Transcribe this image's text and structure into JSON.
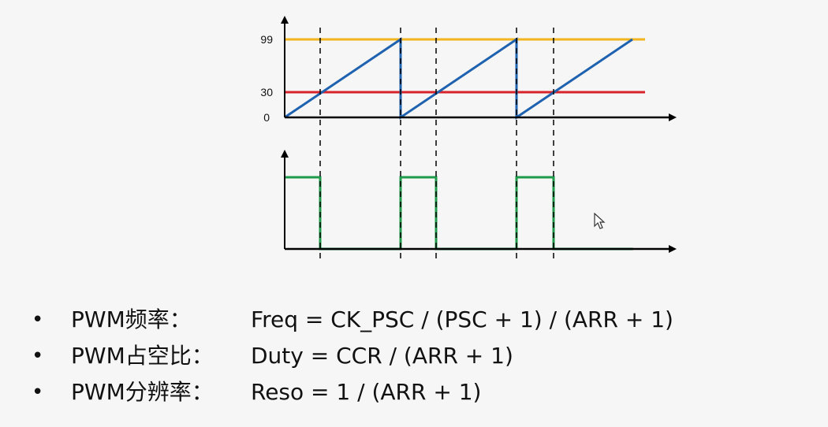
{
  "diagram": {
    "upper_plot": {
      "y_ticks": [
        "99",
        "30",
        "0"
      ],
      "arr_value": 99,
      "ccr_value": 30,
      "periods": 3,
      "colors": {
        "counter": "#1f62b0",
        "arr_line": "#f2b51d",
        "ccr_line": "#d8232a",
        "axis": "#000000",
        "guide": "#000000"
      }
    },
    "lower_plot": {
      "signal": "PWM output",
      "duty_fraction": 0.3,
      "colors": {
        "pwm": "#1e9a4a",
        "axis": "#000000"
      }
    }
  },
  "formulas": [
    {
      "label": "PWM频率：",
      "expr": "Freq = CK_PSC / (PSC + 1) / (ARR + 1)"
    },
    {
      "label": "PWM占空比：",
      "expr": "Duty = CCR / (ARR + 1)"
    },
    {
      "label": "PWM分辨率：",
      "expr": "Reso = 1 / (ARR + 1)"
    }
  ],
  "bullet_symbol": "•",
  "icons": {
    "cursor": "mouse-pointer-icon"
  }
}
